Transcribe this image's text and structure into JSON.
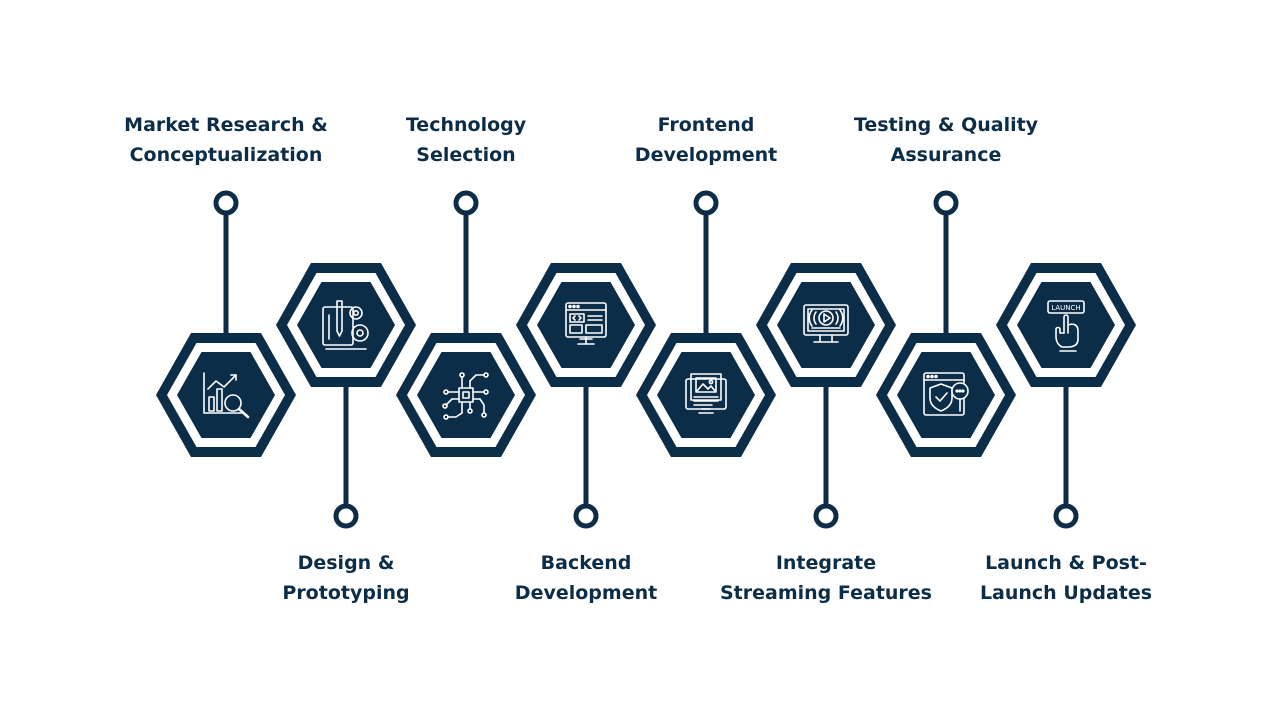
{
  "colors": {
    "navy": "#0c2d48",
    "background": "#ffffff"
  },
  "steps": [
    {
      "lines": [
        "Market Research &",
        "Conceptualization"
      ],
      "icon": "chart-magnifier-icon"
    },
    {
      "lines": [
        "Design &",
        "Prototyping"
      ],
      "icon": "blueprint-gears-icon"
    },
    {
      "lines": [
        "Technology",
        "Selection"
      ],
      "icon": "microchip-circuit-icon"
    },
    {
      "lines": [
        "Backend",
        "Development"
      ],
      "icon": "code-browser-monitor-icon"
    },
    {
      "lines": [
        "Frontend",
        "Development"
      ],
      "icon": "image-editor-monitor-icon"
    },
    {
      "lines": [
        "Integrate",
        "Streaming Features"
      ],
      "icon": "video-streaming-monitor-icon"
    },
    {
      "lines": [
        "Testing & Quality",
        "Assurance"
      ],
      "icon": "shield-check-browser-icon"
    },
    {
      "lines": [
        "Launch & Post-",
        "Launch Updates"
      ],
      "icon": "launch-button-hand-icon"
    }
  ]
}
